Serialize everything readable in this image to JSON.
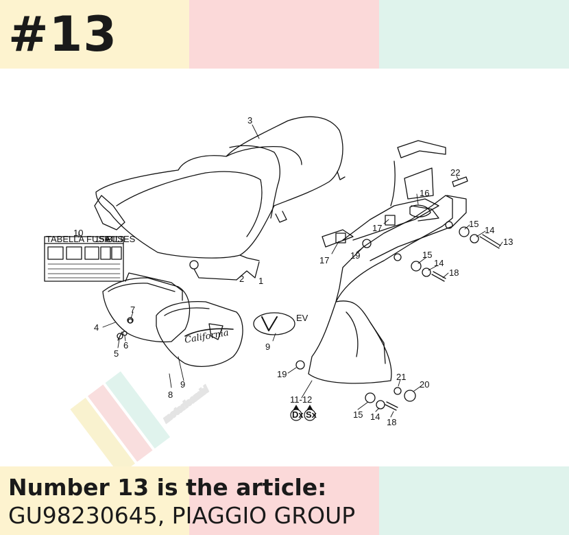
{
  "header": {
    "number": "#13",
    "colors": [
      "#fdf3cf",
      "#fbd9d9",
      "#dff3ec"
    ]
  },
  "diagram": {
    "callouts": {
      "c1": "1",
      "c2": "2",
      "c3": "3",
      "c4": "4",
      "c5": "5",
      "c6": "6",
      "c7": "7",
      "c8": "8",
      "c9a": "9",
      "c9b": "9",
      "c10": "10",
      "c11_12": "11-12",
      "c13": "13",
      "c14a": "14",
      "c14b": "14",
      "c14c": "14",
      "c15a": "15",
      "c15b": "15",
      "c15c": "15",
      "c16": "16",
      "c17a": "17",
      "c17b": "17",
      "c18a": "18",
      "c18b": "18",
      "c19a": "19",
      "c19b": "19",
      "c20": "20",
      "c21": "21",
      "c22": "22"
    },
    "dx": "Dx",
    "sx": "Sx",
    "fuse_label": {
      "title_left": "TABELLA FUSIBILI",
      "title_mid": "15A",
      "title_right": "FUSES"
    },
    "badge_text": "EV",
    "script_text": "California",
    "watermark": "motoricambi"
  },
  "footer": {
    "line1": "Number 13 is the article:",
    "line2": "GU98230645, PIAGGIO GROUP"
  }
}
